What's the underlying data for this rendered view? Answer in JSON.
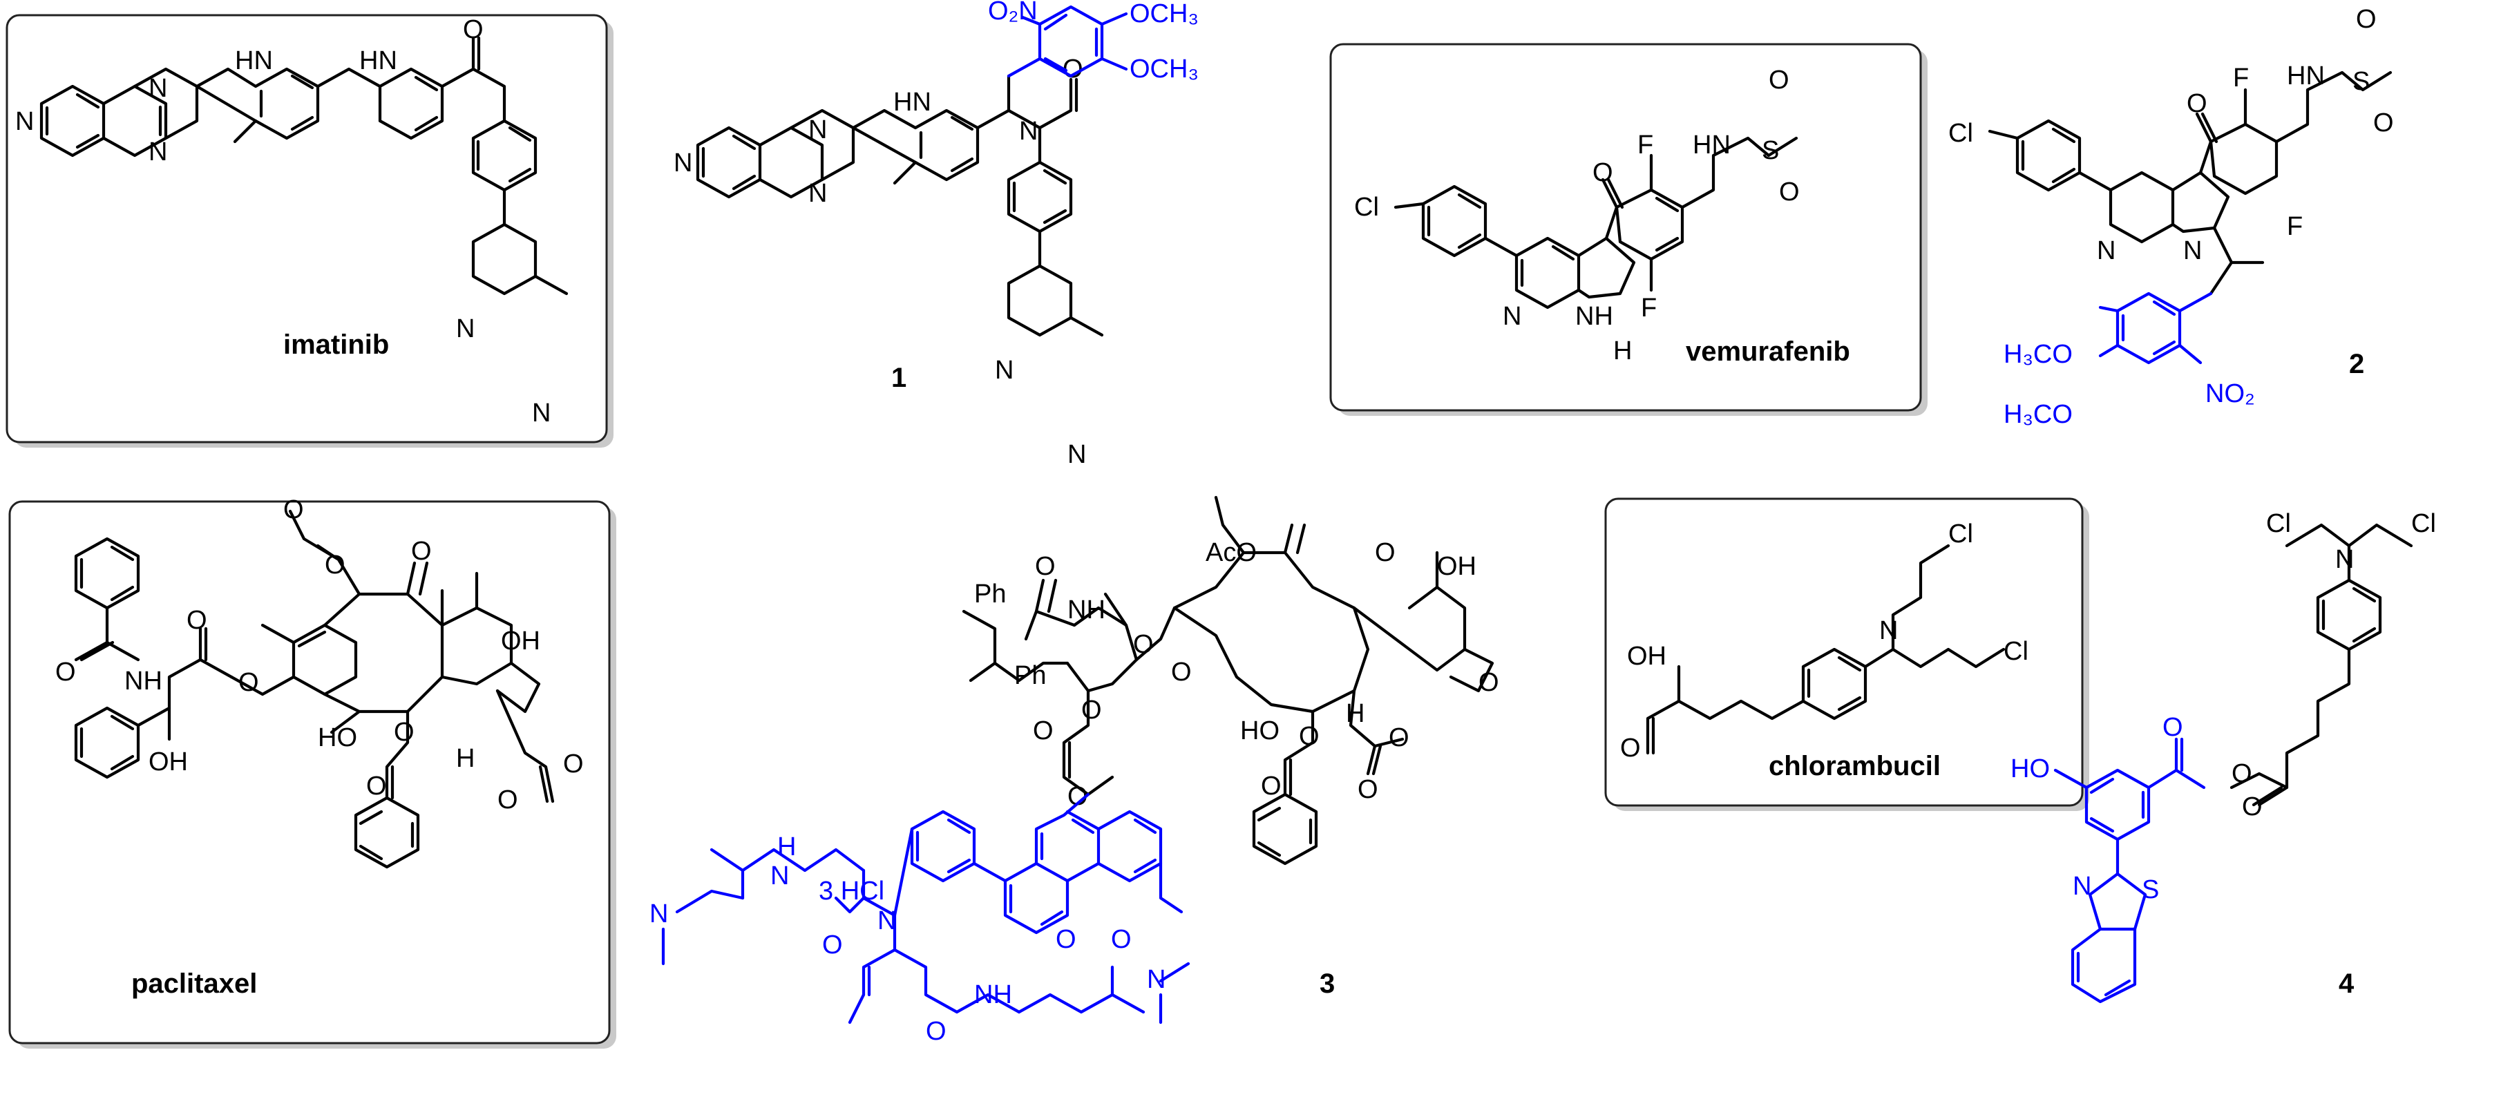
{
  "colors": {
    "structure": "#000000",
    "modification": "#0000ff",
    "box_border": "#222222",
    "box_shadow": "#c9c9c9"
  },
  "compounds": [
    {
      "id": "imatinib",
      "label": "imatinib",
      "boxed": true
    },
    {
      "id": "c1",
      "label": "1",
      "boxed": false
    },
    {
      "id": "vemurafenib",
      "label": "vemurafenib",
      "boxed": true
    },
    {
      "id": "c2",
      "label": "2",
      "boxed": false
    },
    {
      "id": "paclitaxel",
      "label": "paclitaxel",
      "boxed": true
    },
    {
      "id": "c3",
      "label": "3",
      "boxed": false
    },
    {
      "id": "chlorambucil",
      "label": "chlorambucil",
      "boxed": true
    },
    {
      "id": "c4",
      "label": "4",
      "boxed": false
    }
  ],
  "atoms": {
    "N": "N",
    "NH": "NH",
    "HN": "HN",
    "O": "O",
    "OH": "OH",
    "HO": "HO",
    "F": "F",
    "Cl": "Cl",
    "S": "S",
    "H": "H",
    "Ph": "Ph",
    "AcO": "AcO",
    "NO2": "NO₂",
    "O2N": "O₂N",
    "OCH3": "OCH₃",
    "H3CO": "H₃CO",
    "HCl3": "3 HCl"
  }
}
